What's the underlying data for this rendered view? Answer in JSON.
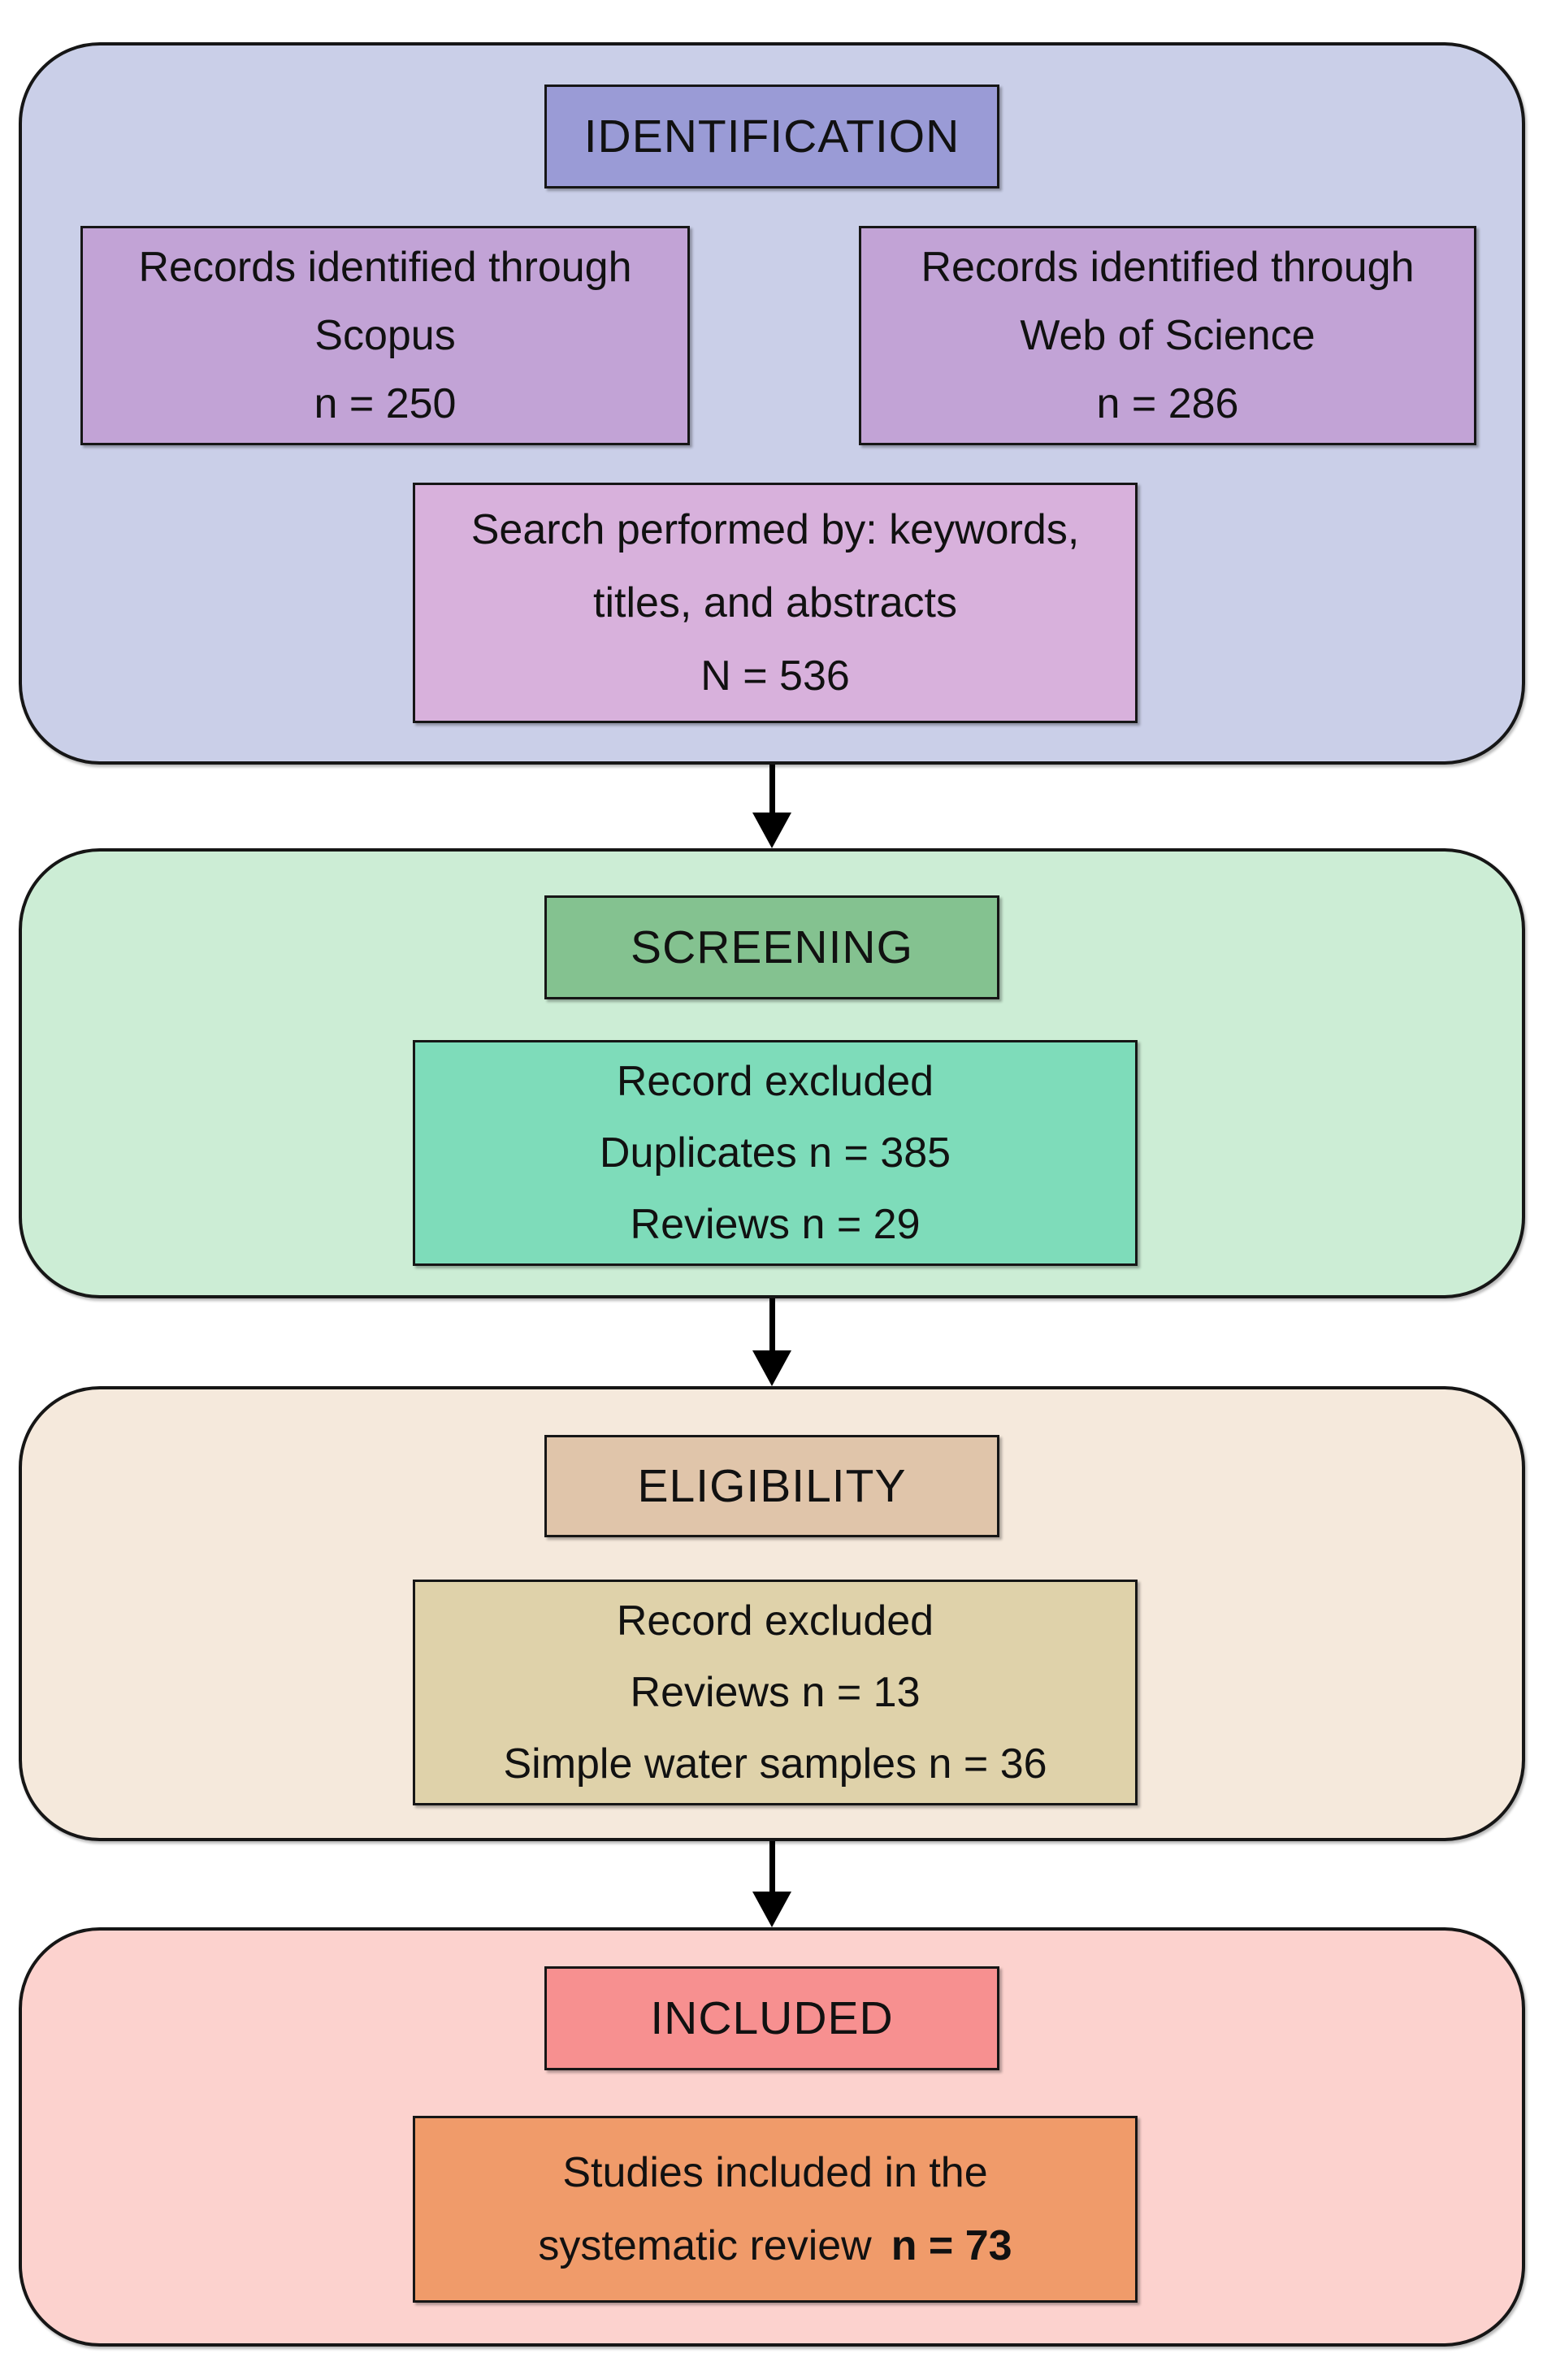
{
  "diagram": {
    "border_color": "#161616",
    "arrow_color": "#000000",
    "stages": [
      {
        "title": "IDENTIFICATION",
        "bg": "#cacfe8",
        "title_bg": "#9a9bd6",
        "boxes": [
          {
            "bg": "#c2a3d6",
            "lines": [
              "Records identified through",
              "Scopus",
              "n = 250"
            ]
          },
          {
            "bg": "#c2a3d6",
            "lines": [
              "Records identified through",
              "Web of Science",
              "n = 286"
            ]
          },
          {
            "bg": "#d8b1dc",
            "lines": [
              "Search performed by: keywords,",
              "titles, and abstracts",
              "N = 536"
            ]
          }
        ]
      },
      {
        "title": "SCREENING",
        "bg": "#ccedd5",
        "title_bg": "#84c290",
        "boxes": [
          {
            "bg": "#7edcba",
            "lines": [
              "Record excluded",
              "Duplicates n = 385",
              "Reviews n = 29"
            ]
          }
        ]
      },
      {
        "title": "ELIGIBILITY",
        "bg": "#f5e9dc",
        "title_bg": "#e0c5aa",
        "boxes": [
          {
            "bg": "#dfd2aa",
            "lines": [
              "Record excluded",
              "Reviews n = 13",
              "Simple water samples n = 36"
            ]
          }
        ]
      },
      {
        "title": "INCLUDED",
        "bg": "#fcd2ce",
        "title_bg": "#f79090",
        "boxes": [
          {
            "bg": "#f09b6a",
            "lines": [
              "Studies included in the"
            ],
            "last_line_prefix": "systematic review",
            "last_line_bold": "n = 73"
          }
        ]
      }
    ]
  }
}
